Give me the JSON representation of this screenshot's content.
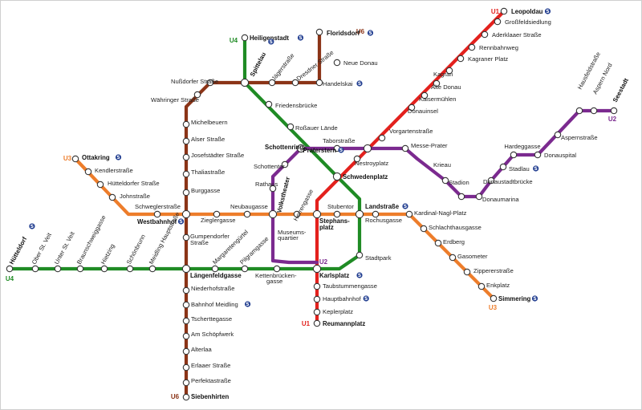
{
  "lines": {
    "U1": {
      "color": "#e3211d",
      "ends": [
        "Leopoldau",
        "Reumannplatz"
      ]
    },
    "U2": {
      "color": "#7b2a8f",
      "ends": [
        "Seestadt",
        "Karlsplatz"
      ]
    },
    "U3": {
      "color": "#ed7d2b",
      "ends": [
        "Ottakring",
        "Simmering"
      ]
    },
    "U4": {
      "color": "#1f8b24",
      "ends": [
        "Heiligenstadt",
        "Hütteldorf"
      ]
    },
    "U6": {
      "color": "#8b3417",
      "ends": [
        "Floridsdorf",
        "Siebenhirten"
      ]
    }
  },
  "line_ids": [
    "U1",
    "U1",
    "U2",
    "U2",
    "U3",
    "U3",
    "U4",
    "U4",
    "U6",
    "U6"
  ],
  "s_bahn_symbol": "S",
  "stations": [
    "Leopoldau",
    "Großfeldsiedlung",
    "Aderklaaer Straße",
    "Rennbahnweg",
    "Kagraner Platz",
    "Kagran",
    "Alte Donau",
    "Kaisermühlen",
    "Donauinsel",
    "Vorgartenstraße",
    "Praterstern",
    "Nestroyplatz",
    "Schwedenplatz",
    "Stephans-",
    "platz",
    "Karlsplatz",
    "Taubstummengasse",
    "Hauptbahnhof",
    "Keplerplatz",
    "Reumannplatz",
    "Seestadt",
    "Aspern Nord",
    "Hausfeldstraße",
    "Aspernstraße",
    "Donauspital",
    "Hardeggasse",
    "Stadlau",
    "Donaustadtbrücke",
    "Donaumarina",
    "Stadion",
    "Krieau",
    "Messe-Prater",
    "Taborstraße",
    "Schottenring",
    "Schottentor",
    "Rathaus",
    "Volkstheater",
    "Museums-",
    "quartier",
    "Ottakring",
    "Kendlerstraße",
    "Hütteldorfer Straße",
    "Johnstraße",
    "Schweglerstraße",
    "Westbahnhof",
    "Zieglergasse",
    "Neubaugasse",
    "Herrengasse",
    "Stubentor",
    "Landstraße",
    "Rochusgasse",
    "Kardinal-Nagl-Platz",
    "Schlachthausgasse",
    "Erdberg",
    "Gasometer",
    "Zippererstraße",
    "Enkplatz",
    "Simmering",
    "Heiligenstadt",
    "Spittelau",
    "Friedensbrücke",
    "Roßauer Lände",
    "Stadtpark",
    "Kettenbrücken-",
    "gasse",
    "Pilgramgasse",
    "Margaretengürtel",
    "Längenfeldgasse",
    "Meidling Hauptstraße",
    "Schönbrunn",
    "Hietzing",
    "Braunschweiggasse",
    "Unter St. Veit",
    "Ober St. Veit",
    "Hütteldorf",
    "Floridsdorf",
    "Neue Donau",
    "Handelskai",
    "Dresdner Straße",
    "Jägerstraße",
    "Nußdorfer Straße",
    "Währinger Straße",
    "Michelbeuern",
    "Alser Straße",
    "Josefstädter Straße",
    "Thaliastraße",
    "Burggasse",
    "Gumpendorfer",
    "Straße",
    "Niederhofstraße",
    "Bahnhof Meidling",
    "Tscherttegasse",
    "Am Schöpfwerk",
    "Alterlaa",
    "Erlaaer Straße",
    "Perfektastraße",
    "Siebenhirten"
  ]
}
